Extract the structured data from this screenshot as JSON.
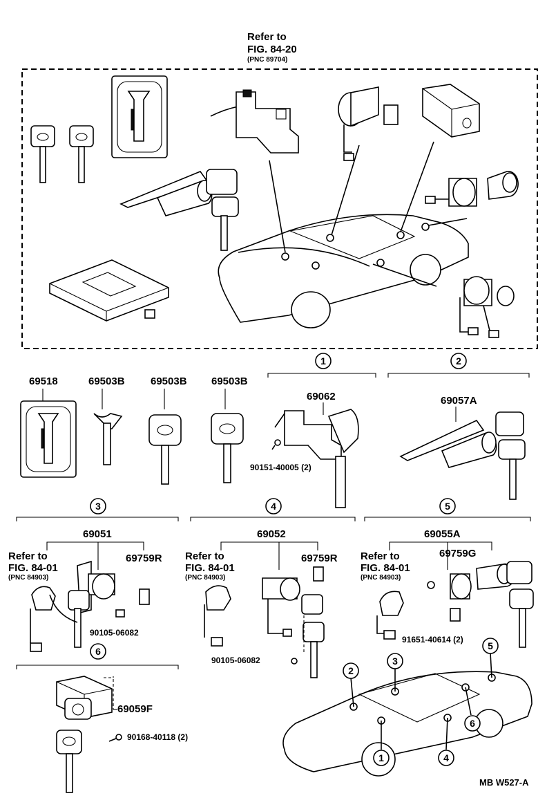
{
  "top_ref": {
    "line1": "Refer to",
    "line2": "FIG. 84-20",
    "pnc": "(PNC 89704)"
  },
  "parts": {
    "p69518": "69518",
    "p69503b_1": "69503B",
    "p69503b_2": "69503B",
    "p69503b_3": "69503B",
    "p69062": "69062",
    "p90151": "90151-40005 (2)",
    "p69057a": "69057A",
    "p69051": "69051",
    "p69759r_1": "69759R",
    "p90105_1": "90105-06082",
    "p69052": "69052",
    "p69759r_2": "69759R",
    "p90105_2": "90105-06082",
    "p69055a": "69055A",
    "p69759g": "69759G",
    "p91651": "91651-40614 (2)",
    "p69059f": "69059F",
    "p90168": "90168-40118 (2)"
  },
  "refs": {
    "r3": {
      "line1": "Refer to",
      "line2": "FIG. 84-01",
      "pnc": "(PNC 84903)"
    },
    "r4": {
      "line1": "Refer to",
      "line2": "FIG. 84-01",
      "pnc": "(PNC 84903)"
    },
    "r5": {
      "line1": "Refer to",
      "line2": "FIG. 84-01",
      "pnc": "(PNC 84903)"
    }
  },
  "callouts": [
    "1",
    "2",
    "3",
    "4",
    "5",
    "6"
  ],
  "footer": "MB W527-A"
}
